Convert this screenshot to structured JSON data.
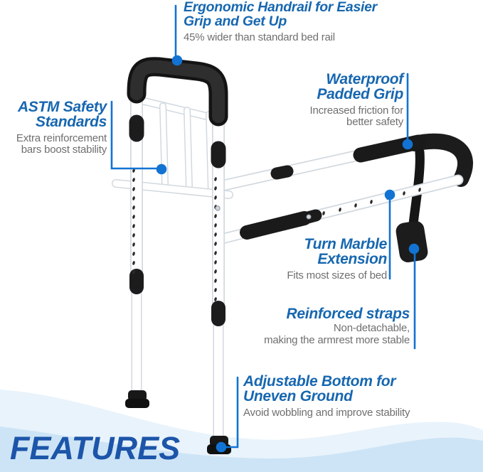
{
  "colors": {
    "heading_blue": "#1767b0",
    "features_blue": "#1c55a9",
    "line_blue": "#1273d2",
    "subtext_gray": "#6f6f6f",
    "wave_light": "#e9f3fb",
    "wave_main": "#cde4f6",
    "tube_outline": "#d2d9df"
  },
  "callouts": {
    "ergonomic": {
      "title_line1": "Ergonomic Handrail for Easier",
      "title_line2": "Grip and Get Up",
      "subtitle": "45% wider than standard bed rail"
    },
    "astm": {
      "title_line1": "ASTM Safety",
      "title_line2": "Standards",
      "subtitle_line1": "Extra reinforcement",
      "subtitle_line2": "bars boost stability"
    },
    "waterproof": {
      "title_line1": "Waterproof",
      "title_line2": "Padded Grip",
      "subtitle_line1": "Increased friction for",
      "subtitle_line2": "better safety"
    },
    "turn_marble": {
      "title_line1": "Turn Marble",
      "title_line2": "Extension",
      "subtitle": "Fits most sizes of bed"
    },
    "reinforced": {
      "title": "Reinforced straps",
      "subtitle_line1": "Non-detachable,",
      "subtitle_line2": "making the armrest more stable"
    },
    "adjustable": {
      "title_line1": "Adjustable Bottom for",
      "title_line2": "Uneven Ground",
      "subtitle": "Avoid wobbling and improve stability"
    }
  },
  "footer": {
    "features_label": "FEATURES"
  }
}
